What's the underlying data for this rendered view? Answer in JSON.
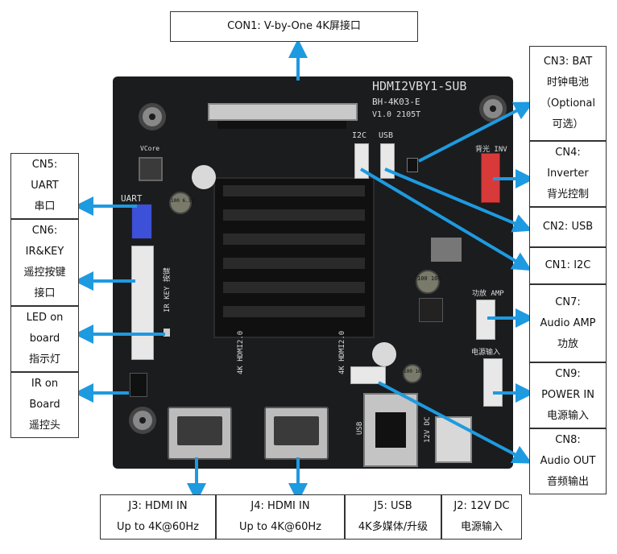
{
  "board": {
    "title": "HDMI2VBY1-SUB",
    "model": "BH-4K03-E",
    "version": "V1.0 2105T",
    "silk_uart": "UART",
    "silk_ir_key": "IR KEY 按键",
    "silk_hdmi1": "4K HDMI2.0",
    "silk_hdmi2": "4K HDMI2.0",
    "silk_usb": "USB",
    "silk_12v": "12V DC",
    "silk_i2c": "I2C",
    "silk_usb_hdr": "USB",
    "silk_inv": "背光 INV",
    "silk_amp": "功放 AMP",
    "silk_power": "电源输入",
    "silk_cap1": "100 16V",
    "silk_cap2": "100 16V",
    "silk_cap3": "100 6.3V",
    "silk_vcore": "VCore"
  },
  "labels": {
    "con1": [
      "CON1: V-by-One 4K屏接口"
    ],
    "cn3": [
      "CN3: BAT",
      "时钟电池",
      "（Optional",
      "可选）"
    ],
    "cn4": [
      "CN4:",
      "Inverter",
      "背光控制"
    ],
    "cn2": [
      "CN2: USB"
    ],
    "cn1": [
      "CN1: I2C"
    ],
    "cn7": [
      "CN7:",
      "Audio AMP",
      "功放"
    ],
    "cn9": [
      "CN9:",
      "POWER IN",
      "电源输入"
    ],
    "cn8": [
      "CN8:",
      "Audio OUT",
      "音频输出"
    ],
    "cn5": [
      "CN5:",
      "UART",
      "串口"
    ],
    "cn6": [
      "CN6:",
      "IR&KEY",
      "遥控按键",
      "接口"
    ],
    "led": [
      "LED on",
      "board",
      "指示灯"
    ],
    "ir": [
      "IR on",
      "Board",
      "遥控头"
    ],
    "j3": [
      "J3: HDMI IN",
      "Up to 4K@60Hz"
    ],
    "j4": [
      "J4: HDMI IN",
      "Up to 4K@60Hz"
    ],
    "j5": [
      "J5: USB",
      "4K多媒体/升级"
    ],
    "j2": [
      "J2: 12V DC",
      "电源输入"
    ]
  },
  "colors": {
    "arrow": "#1e9ae0",
    "pcb": "#1b1c1e",
    "connector_white": "#e8e8e8",
    "connector_red": "#d83a3a",
    "connector_blue": "#3c50d8"
  }
}
